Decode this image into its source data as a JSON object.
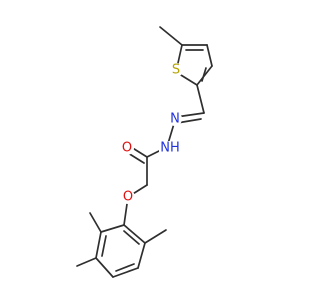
{
  "molecule": {
    "atoms": [
      {
        "id": "s1",
        "label": "S",
        "color": "#b5a300"
      },
      {
        "id": "n1",
        "label": "N",
        "color": "#2233dd"
      },
      {
        "id": "nh",
        "label": "NH",
        "color": "#2233dd"
      },
      {
        "id": "o1",
        "label": "O",
        "color": "#dd1111"
      },
      {
        "id": "o2",
        "label": "O",
        "color": "#dd1111"
      }
    ]
  }
}
